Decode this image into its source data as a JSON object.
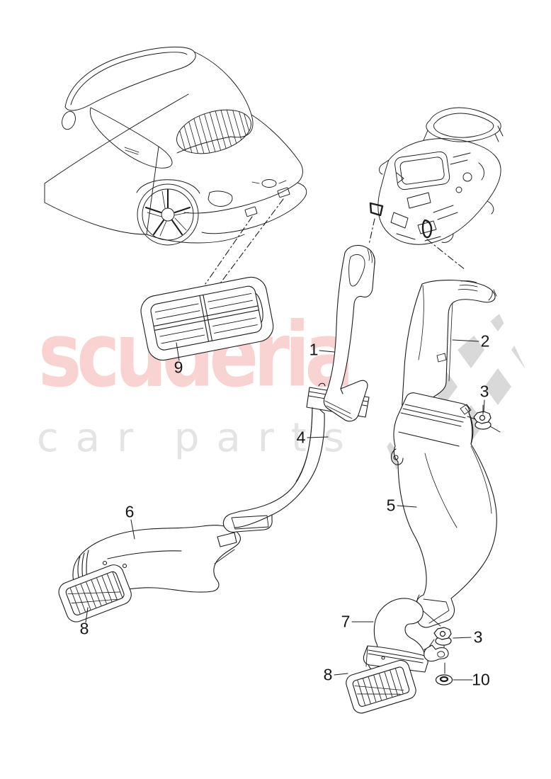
{
  "watermark": {
    "brand": "scuderia",
    "tagline": "car parts",
    "brand_color": "#f9d2d2",
    "tagline_color": "#e4e4e4",
    "flag_color": "#d9d9d9"
  },
  "line_color": "#1b1b1b",
  "callouts": [
    {
      "label": "9"
    },
    {
      "label": "1"
    },
    {
      "label": "2"
    },
    {
      "label": "3"
    },
    {
      "label": "4"
    },
    {
      "label": "5"
    },
    {
      "label": "6"
    },
    {
      "label": "8"
    },
    {
      "label": "7"
    },
    {
      "label": "3"
    },
    {
      "label": "8"
    },
    {
      "label": "10"
    }
  ]
}
